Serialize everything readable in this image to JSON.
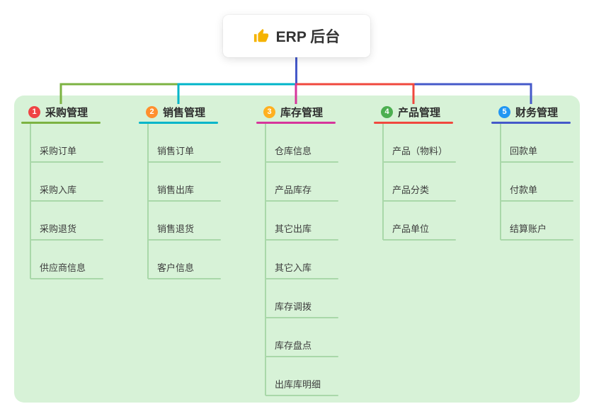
{
  "root": {
    "label": "ERP 后台",
    "icon": "thumbs-up-icon",
    "icon_color": "#f5b301"
  },
  "canvas": {
    "background": "#ffffff",
    "panel_color": "#d7f2d7"
  },
  "connector": {
    "root_line_color": "#4559c9",
    "child_line_color": "#a9d8a9"
  },
  "branches": [
    {
      "index": "1",
      "label": "采购管理",
      "badge_color": "#ef4444",
      "line_color": "#7cb342",
      "children": [
        "采购订单",
        "采购入库",
        "采购退货",
        "供应商信息"
      ]
    },
    {
      "index": "2",
      "label": "销售管理",
      "badge_color": "#ff8f2e",
      "line_color": "#00b5c9",
      "children": [
        "销售订单",
        "销售出库",
        "销售退货",
        "客户信息"
      ]
    },
    {
      "index": "3",
      "label": "库存管理",
      "badge_color": "#ffb020",
      "line_color": "#d6369b",
      "children": [
        "仓库信息",
        "产品库存",
        "其它出库",
        "其它入库",
        "库存调拨",
        "库存盘点",
        "出库库明细"
      ]
    },
    {
      "index": "4",
      "label": "产品管理",
      "badge_color": "#4caf50",
      "line_color": "#f0483e",
      "children": [
        "产品（物料）",
        "产品分类",
        "产品单位"
      ]
    },
    {
      "index": "5",
      "label": "财务管理",
      "badge_color": "#2196f3",
      "line_color": "#4559c9",
      "children": [
        "回款单",
        "付款单",
        "结算账户"
      ]
    }
  ]
}
